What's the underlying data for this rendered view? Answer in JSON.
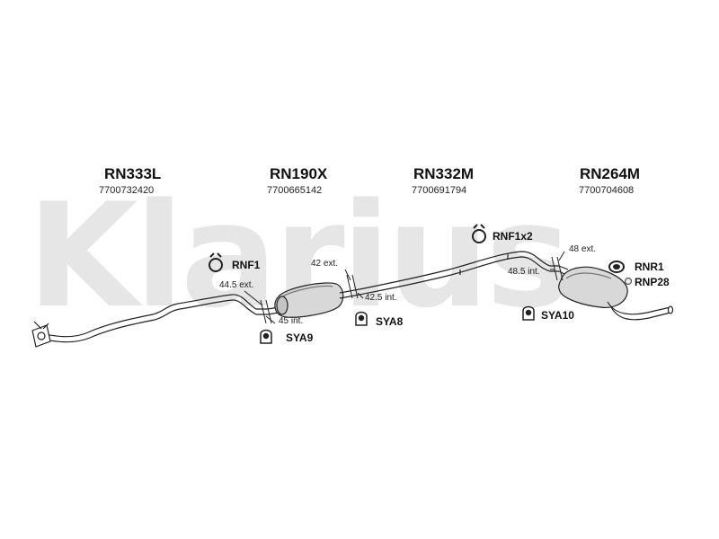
{
  "watermark": "Klarius",
  "parts": [
    {
      "code": "RN333L",
      "number": "7700732420"
    },
    {
      "code": "RN190X",
      "number": "7700665142"
    },
    {
      "code": "RN332M",
      "number": "7700691794"
    },
    {
      "code": "RN264M",
      "number": "7700704608"
    }
  ],
  "dimensions": {
    "d1": "44.5 ext.",
    "d2": "45 int.",
    "d3": "42 ext.",
    "d4": "42.5 int.",
    "d5": "48 ext.",
    "d6": "48.5 int."
  },
  "accessories": {
    "rnf1": "RNF1",
    "rnf1x2": "RNF1x2",
    "rnr1": "RNR1",
    "rnp28": "RNP28",
    "sya9": "SYA9",
    "sya8": "SYA8",
    "sya10": "SYA10"
  },
  "colors": {
    "line": "#222222",
    "watermark": "#e6e6e6"
  }
}
